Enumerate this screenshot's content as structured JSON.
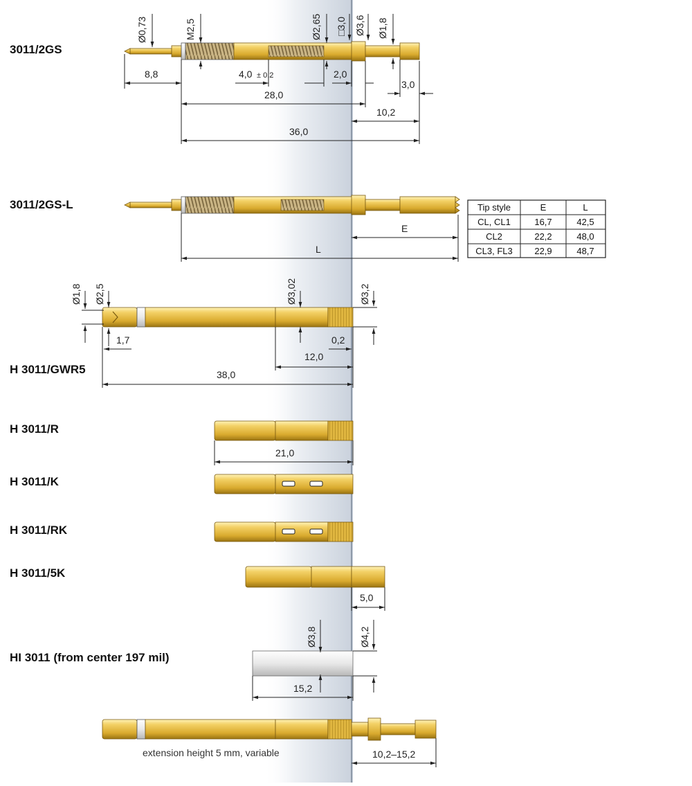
{
  "part_labels": {
    "p1": "3011/2GS",
    "p2": "3011/2GS-L",
    "p3": "H 3011/GWR5",
    "p4": "H 3011/R",
    "p5": "H 3011/K",
    "p6": "H 3011/RK",
    "p7": "H 3011/5K",
    "p8": "HI 3011  (from center 197 mil)"
  },
  "dims": {
    "d_073": "Ø0,73",
    "d_m25": "M2,5",
    "d_265": "Ø2,65",
    "d_sq30": "□3,0",
    "d_36": "Ø3,6",
    "d_18a": "Ø1,8",
    "l_88": "8,8",
    "l_40": "4,0",
    "l_40tol": "± 0,2",
    "l_20": "2,0",
    "l_30": "3,0",
    "l_280": "28,0",
    "l_102": "10,2",
    "l_360": "36,0",
    "l_E": "E",
    "l_L": "L",
    "d_18b": "Ø1,8",
    "d_25": "Ø2,5",
    "d_302": "Ø3,02",
    "d_32": "Ø3,2",
    "l_17": "1,7",
    "l_02": "0,2",
    "l_120": "12,0",
    "l_380": "38,0",
    "l_210": "21,0",
    "l_50": "5,0",
    "d_38": "Ø3,8",
    "d_42": "Ø4,2",
    "l_152": "15,2",
    "l_ext": "10,2–15,2"
  },
  "note": "extension height 5 mm, variable",
  "tip_table": {
    "headers": [
      "Tip style",
      "E",
      "L"
    ],
    "rows": [
      [
        "CL, CL1",
        "16,7",
        "42,5"
      ],
      [
        "CL2",
        "22,2",
        "48,0"
      ],
      [
        "CL3, FL3",
        "22,9",
        "48,7"
      ]
    ]
  },
  "colors": {
    "gold": "#e9c24a",
    "gold_dark": "#b8901c",
    "panel": "#d7dde6",
    "line": "#222222"
  }
}
